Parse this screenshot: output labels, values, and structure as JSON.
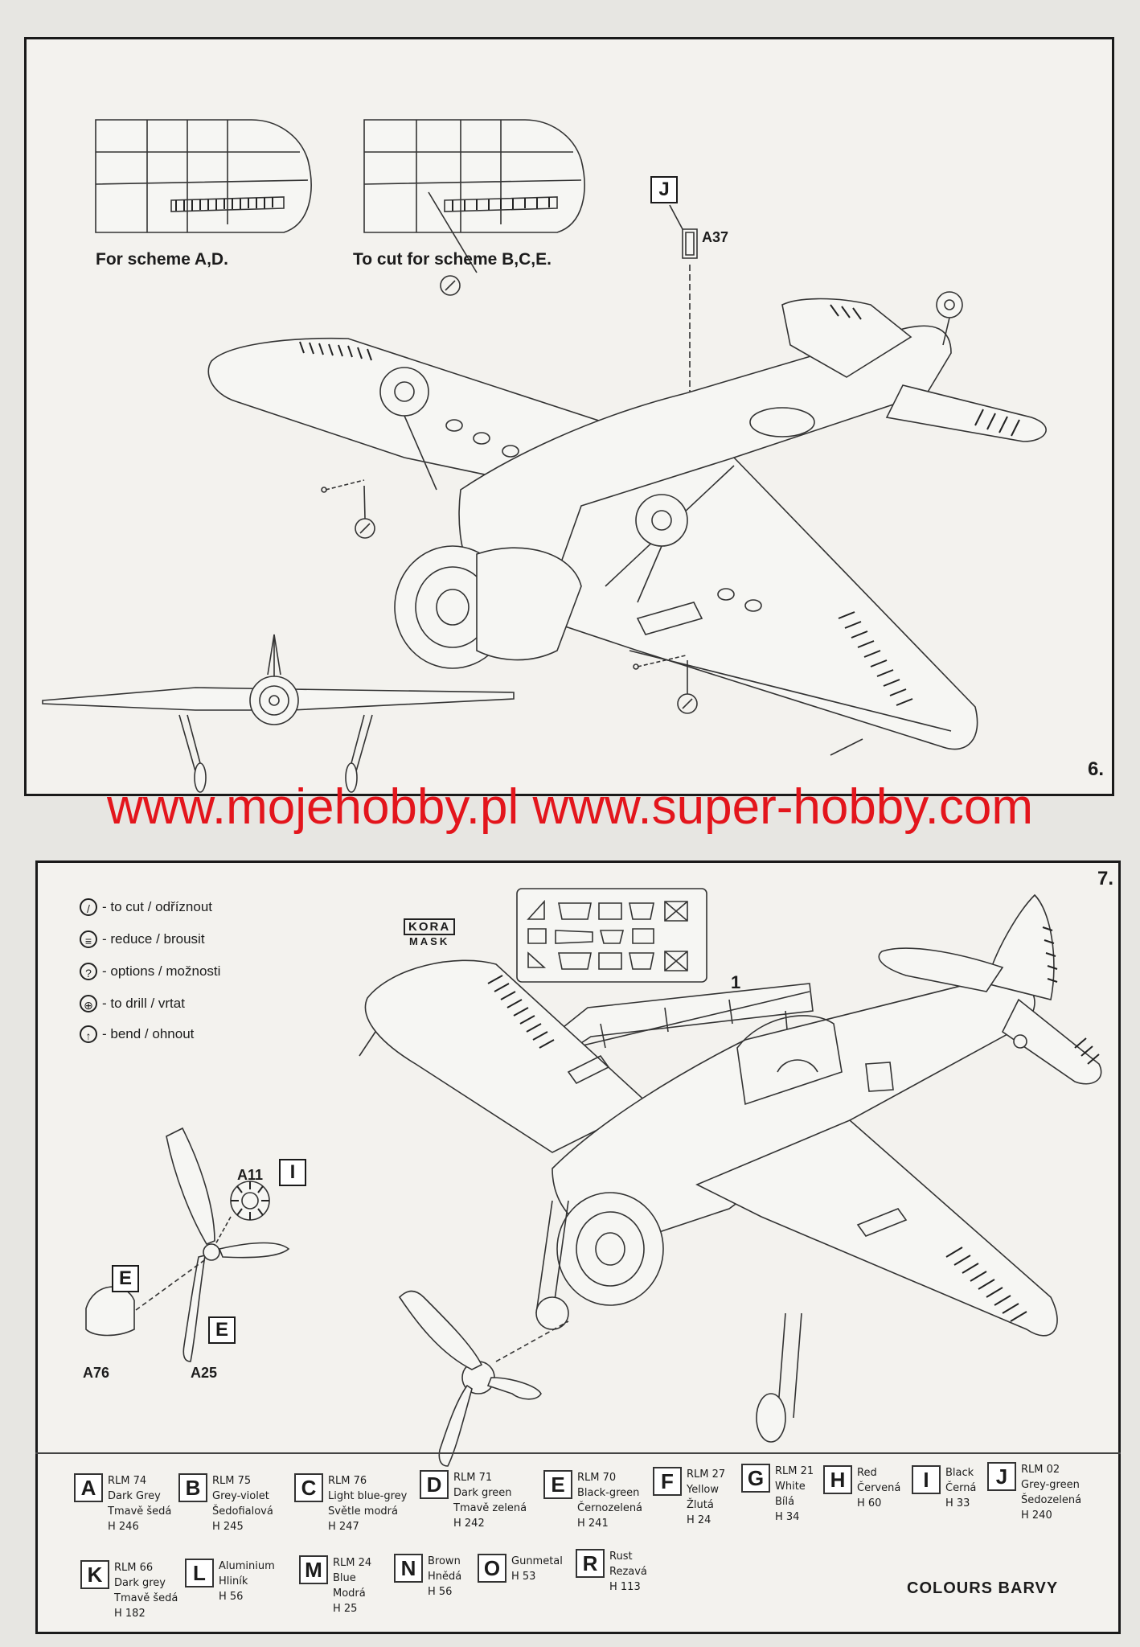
{
  "panel6": {
    "step": "6.",
    "scheme_ad": "For scheme A,D.",
    "scheme_bce": "To cut for scheme B,C,E.",
    "part_a37": "A37",
    "part_j": "J"
  },
  "watermark": "www.mojehobby.pl www.super-hobby.com",
  "panel7": {
    "step": "7.",
    "legend": [
      {
        "icon": "cut-icon",
        "text": "- to cut / odříznout"
      },
      {
        "icon": "reduce-icon",
        "text": "- reduce / brousit"
      },
      {
        "icon": "options-icon",
        "glyph": "?",
        "text": "- options / možnosti"
      },
      {
        "icon": "drill-icon",
        "text": "- to drill / vrtat"
      },
      {
        "icon": "bend-icon",
        "glyph": "↑",
        "text": "- bend / ohnout"
      }
    ],
    "kora_top": "KORA",
    "kora_bottom": "MASK",
    "canopy_label": "1",
    "prop_labels": {
      "a11": "A11",
      "i": "I",
      "e1": "E",
      "e2": "E",
      "a76": "A76",
      "a25": "A25"
    }
  },
  "colours": {
    "title": "COLOURS BARVY",
    "row1": [
      {
        "letter": "A",
        "lines": [
          "RLM 74",
          "Dark Grey",
          "Tmavě šedá",
          "H 246"
        ]
      },
      {
        "letter": "B",
        "lines": [
          "RLM 75",
          "Grey-violet",
          "Šedofialová",
          "H 245"
        ]
      },
      {
        "letter": "C",
        "lines": [
          "RLM 76",
          "Light blue-grey",
          "Světle modrá",
          "H 247"
        ]
      },
      {
        "letter": "D",
        "lines": [
          "RLM 71",
          "Dark green",
          "Tmavě zelená",
          "H 242"
        ]
      },
      {
        "letter": "E",
        "lines": [
          "RLM 70",
          "Black-green",
          "Černozelená",
          "H 241"
        ]
      },
      {
        "letter": "F",
        "lines": [
          "RLM 27",
          "Yellow",
          "Žlutá",
          "H 24"
        ]
      },
      {
        "letter": "G",
        "lines": [
          "RLM 21",
          "White",
          "Bílá",
          "H 34"
        ]
      },
      {
        "letter": "H",
        "lines": [
          "Red",
          "Červená",
          "H 60"
        ]
      },
      {
        "letter": "I",
        "lines": [
          "Black",
          "Černá",
          "H 33"
        ]
      },
      {
        "letter": "J",
        "lines": [
          "RLM 02",
          "Grey-green",
          "Šedozelená",
          "H 240"
        ]
      }
    ],
    "row2": [
      {
        "letter": "K",
        "lines": [
          "RLM 66",
          "Dark grey",
          "Tmavě šedá",
          "H 182"
        ]
      },
      {
        "letter": "L",
        "lines": [
          "Aluminium",
          "Hliník",
          "H 56"
        ]
      },
      {
        "letter": "M",
        "lines": [
          "RLM 24",
          "Blue",
          "Modrá",
          "H 25"
        ]
      },
      {
        "letter": "N",
        "lines": [
          "Brown",
          "Hnědá",
          "H 56"
        ]
      },
      {
        "letter": "O",
        "lines": [
          "Gunmetal",
          "H 53"
        ]
      },
      {
        "letter": "R",
        "lines": [
          "Rust",
          "Rezavá",
          "H 113"
        ]
      }
    ]
  }
}
